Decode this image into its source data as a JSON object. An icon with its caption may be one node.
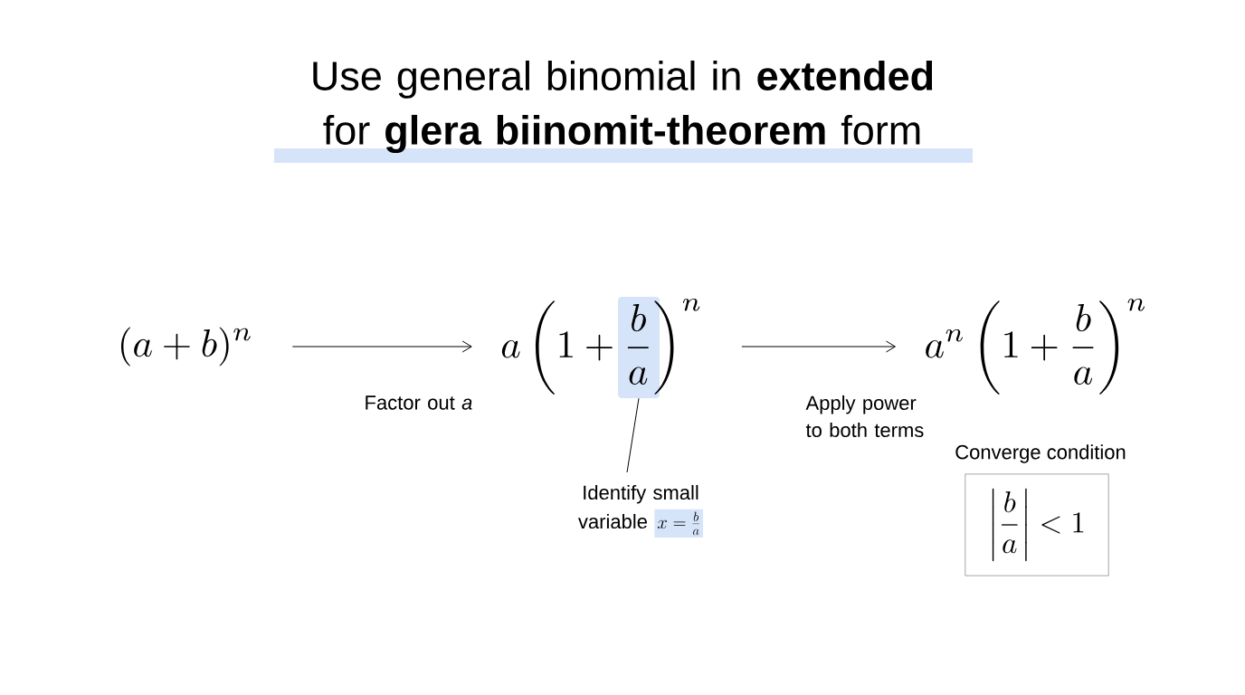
{
  "diagram": {
    "title": "Use general binomial in **extended** for **glera biinomit-theorem** form",
    "nodes": [
      {
        "text": [
          "(a+b)^n"
        ]
      },
      {
        "text": [
          "a\\left(1+\\frac{b}{a}\\right)^n"
        ]
      },
      {
        "text": [],
        "shape": "box",
        "in": 1
      },
      {
        "text": [
          "Identify small variable",
          "x=\\frac{b}{a}"
        ]
      },
      {
        "text": [
          "a^n\\left(1+\\frac{b}{a}\\right)^n"
        ]
      },
      {
        "text": [
          "Converge condition",
          "\\left|\\frac{b}{a}\\right|<1"
        ]
      }
    ],
    "edges": [
      {
        "from": 0,
        "to": 1,
        "arrow": "to",
        "label": "Factor out *a*"
      },
      {
        "from": 1,
        "to": 4,
        "arrow": "to",
        "label": "Apply power to both terms"
      },
      {
        "from": 3,
        "to": 2,
        "arrow": "none"
      }
    ]
  }
}
